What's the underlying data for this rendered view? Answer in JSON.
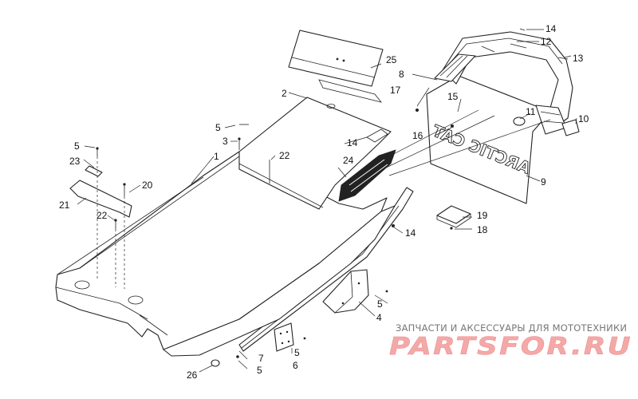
{
  "callouts": [
    "1",
    "2",
    "3",
    "4",
    "5",
    "6",
    "7",
    "8",
    "9",
    "10",
    "11",
    "12",
    "13",
    "14",
    "15",
    "16",
    "17",
    "18",
    "19",
    "20",
    "21",
    "22",
    "23",
    "24",
    "25",
    "26"
  ],
  "panel_lettering": "ARCTIC CAT",
  "watermark": {
    "caption": "ЗАПЧАСТИ И АКСЕССУАРЫ ДЛЯ МОТОТЕХНИКИ",
    "logo": "PARTSFOR.RU"
  }
}
